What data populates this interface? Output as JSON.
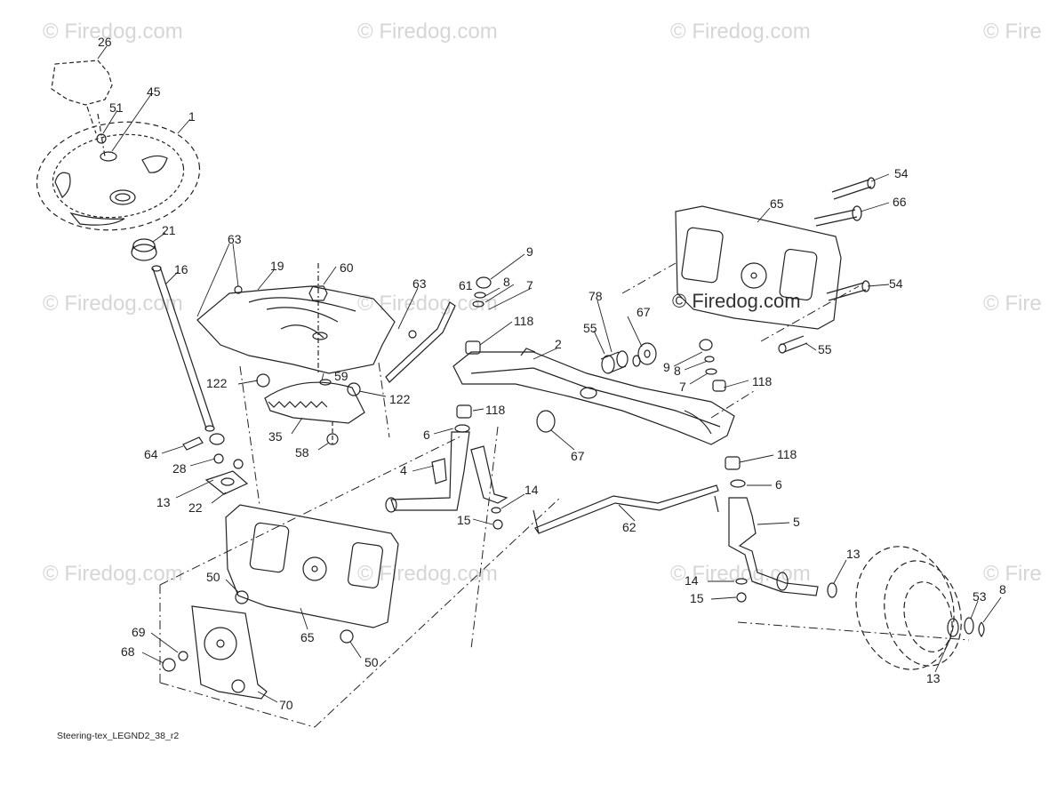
{
  "watermark": "© Firedog.com",
  "watermark_short": "© Fire",
  "caption": "Steering-tex_LEGND2_38_r2",
  "callouts": {
    "c26": "26",
    "c45": "45",
    "c51": "51",
    "c1": "1",
    "c21": "21",
    "c16": "16",
    "c63a": "63",
    "c19": "19",
    "c60": "60",
    "c63b": "63",
    "c59": "59",
    "c122a": "122",
    "c122b": "122",
    "c35": "35",
    "c58": "58",
    "c64": "64",
    "c28": "28",
    "c13a": "13",
    "c22": "22",
    "c9a": "9",
    "c61": "61",
    "c8a": "8",
    "c7a": "7",
    "c118a": "118",
    "c78": "78",
    "c55a": "55",
    "c67a": "67",
    "c2": "2",
    "c118b": "118",
    "c6a": "6",
    "c4": "4",
    "c67b": "67",
    "c14a": "14",
    "c15a": "15",
    "c62": "62",
    "c65a": "65",
    "c54a": "54",
    "c66": "66",
    "c54b": "54",
    "c55b": "55",
    "c9b": "9",
    "c8b": "8",
    "c7b": "7",
    "c118c": "118",
    "c118d": "118",
    "c6b": "6",
    "c5": "5",
    "c13b": "13",
    "c14b": "14",
    "c15b": "15",
    "c53": "53",
    "c8c": "8",
    "c13c": "13",
    "c50a": "50",
    "c69": "69",
    "c68": "68",
    "c65b": "65",
    "c50b": "50",
    "c70": "70"
  }
}
